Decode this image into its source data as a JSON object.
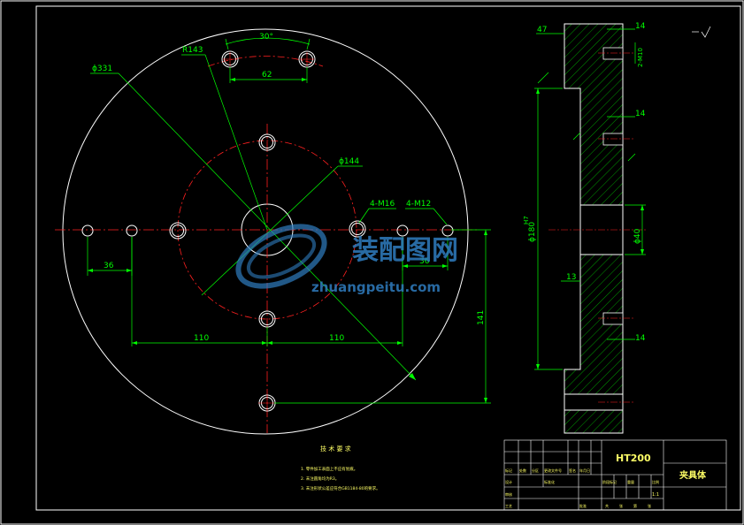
{
  "front_view": {
    "dim_outer": "ϕ331",
    "dim_bolt_circle": "ϕ144",
    "dim_radius": "R143",
    "dim_angle": "30°",
    "dim_slot_spacing": "62",
    "dim_left_36": "36",
    "dim_right_36": "36",
    "dim_left_110": "110",
    "dim_right_110": "110",
    "dim_141": "141",
    "label_m16": "4-M16",
    "label_m12": "4-M12"
  },
  "side_view": {
    "dim_47": "47",
    "dim_14_top": "14",
    "dim_14_mid": "14",
    "dim_14_bot": "14",
    "dim_2m10": "2-M10",
    "dim_180": "ϕ180",
    "dim_180_tol": "H7",
    "dim_40": "ϕ40",
    "dim_13": "13"
  },
  "technical_requirements": {
    "title": "技 术 要 求",
    "items": [
      "1. 零件加工表面上不应有划痕。",
      "2. 未注圆角均为R3。",
      "3. 未注形状公差应符合GB1184-80的要求。"
    ]
  },
  "title_block": {
    "material": "HT200",
    "part_name": "夹具体",
    "scale": "1:1",
    "cells": [
      "标记",
      "处数",
      "分区",
      "更改文件号",
      "签名",
      "年月日",
      "设计",
      "标准化",
      "审核",
      "工艺",
      "批准",
      "阶段标记",
      "重量",
      "比例",
      "共",
      "张",
      "第",
      "张"
    ]
  },
  "watermark": {
    "brand": "装配图网",
    "url": "zhuangpeitu.com"
  }
}
